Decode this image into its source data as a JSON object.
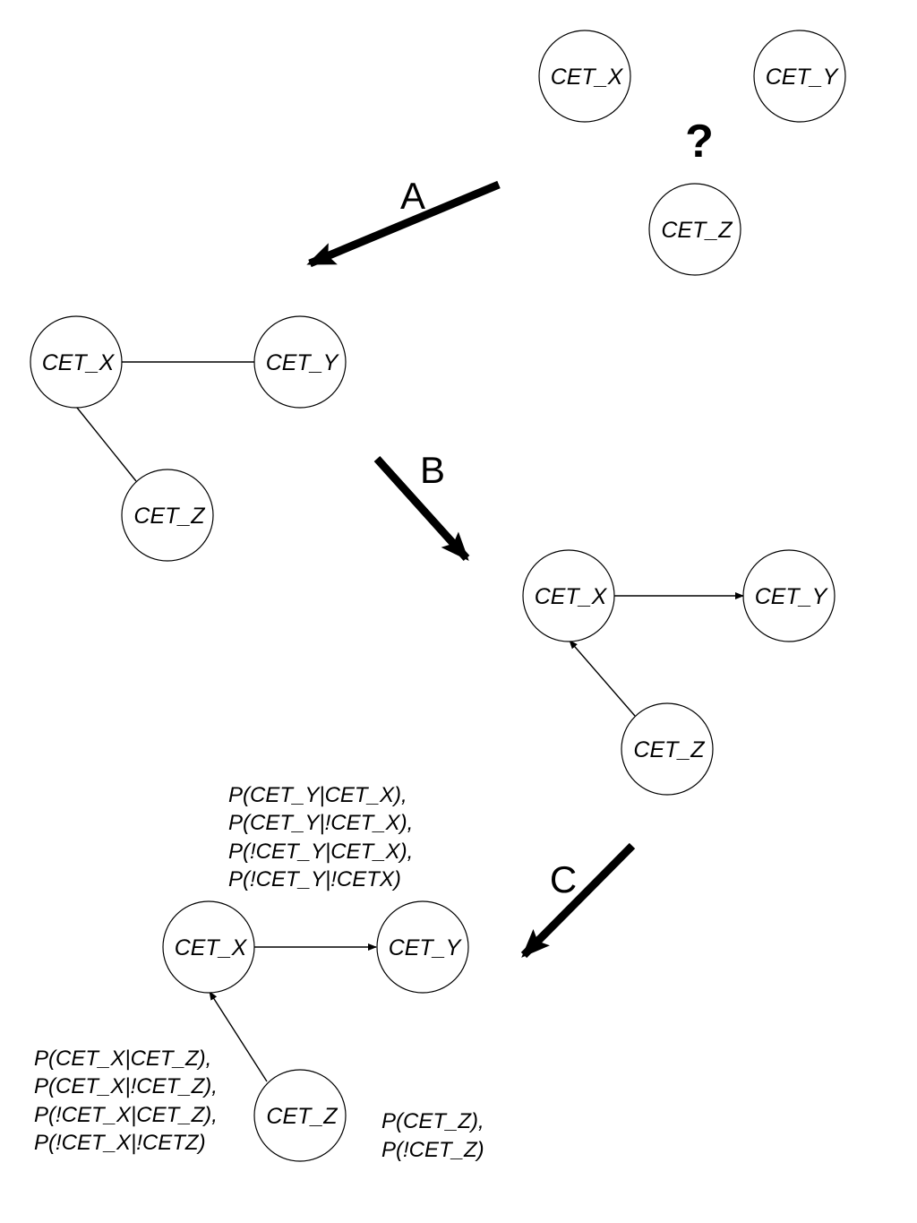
{
  "nodes": {
    "x": "CET_X",
    "y": "CET_Y",
    "z": "CET_Z"
  },
  "question_mark": "?",
  "steps": {
    "a": "A",
    "b": "B",
    "c": "C"
  },
  "probabilities": {
    "cet_y": [
      "P(CET_Y|CET_X),",
      "P(CET_Y|!CET_X),",
      "P(!CET_Y|CET_X),",
      "P(!CET_Y|!CETX)"
    ],
    "cet_x": [
      "P(CET_X|CET_Z),",
      "P(CET_X|!CET_Z),",
      "P(!CET_X|CET_Z),",
      "P(!CET_X|!CETZ)"
    ],
    "cet_z": [
      "P(CET_Z),",
      "P(!CET_Z)"
    ]
  },
  "colors": {
    "stroke": "#000000",
    "background": "#ffffff"
  }
}
